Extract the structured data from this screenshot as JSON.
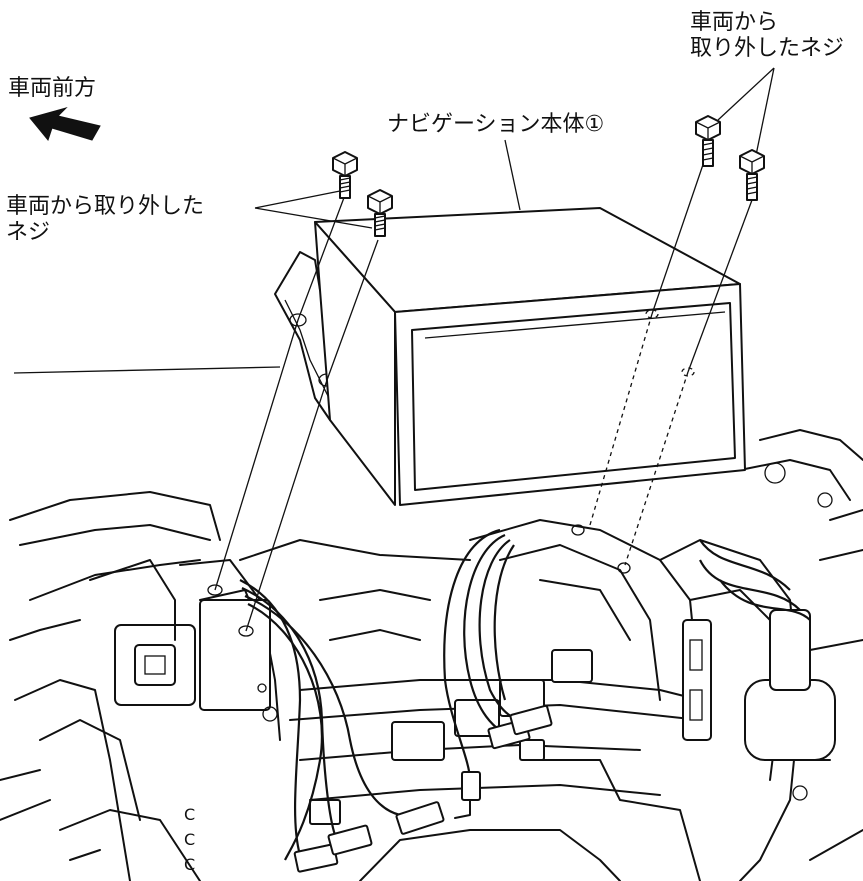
{
  "labels": {
    "front_direction": "車両前方",
    "nav_unit": "ナビゲーション本体①",
    "screws_right_line1": "車両から",
    "screws_right_line2": "取り外したネジ",
    "screws_left_line1": "車両から取り外した",
    "screws_left_line2": "ネジ"
  },
  "icons": {
    "front_arrow": "arrow-up-left-icon",
    "screw": "bolt-screw-icon"
  },
  "colors": {
    "line": "#111111",
    "background": "#ffffff"
  }
}
